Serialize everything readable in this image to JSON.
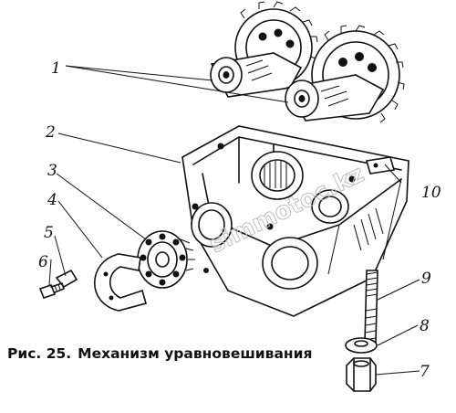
{
  "figure": {
    "caption_prefix": "Рис. 25.",
    "caption_title": "Механизм уравновешивания"
  },
  "watermark_text": "simmotoc.kz",
  "callouts": [
    "1",
    "2",
    "3",
    "4",
    "5",
    "6",
    "7",
    "8",
    "9",
    "10"
  ]
}
